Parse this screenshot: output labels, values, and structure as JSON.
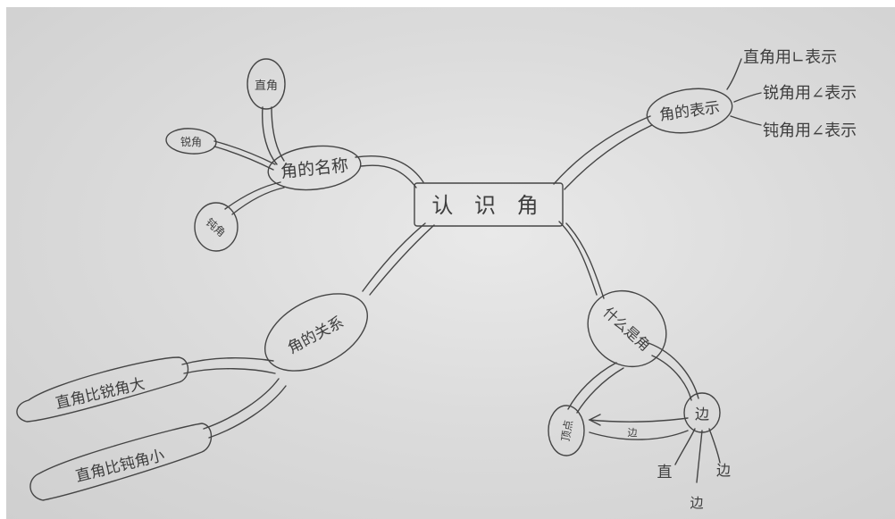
{
  "mindmap": {
    "center": "认 识 角",
    "names": {
      "label": "角的名称",
      "children": [
        "直角",
        "锐角",
        "钝角"
      ]
    },
    "representation": {
      "label": "角的表示",
      "children": [
        "直角用∟表示",
        "锐角用∠表示",
        "钝角用∠表示"
      ]
    },
    "relation": {
      "label": "角的关系",
      "children": [
        "直角比锐角大",
        "直角比钝角小"
      ]
    },
    "what_is_angle": {
      "label": "什么是角",
      "vertex": "顶点",
      "side": "边",
      "edge_label": "边",
      "bottom": [
        "直",
        "边",
        "边"
      ]
    }
  }
}
